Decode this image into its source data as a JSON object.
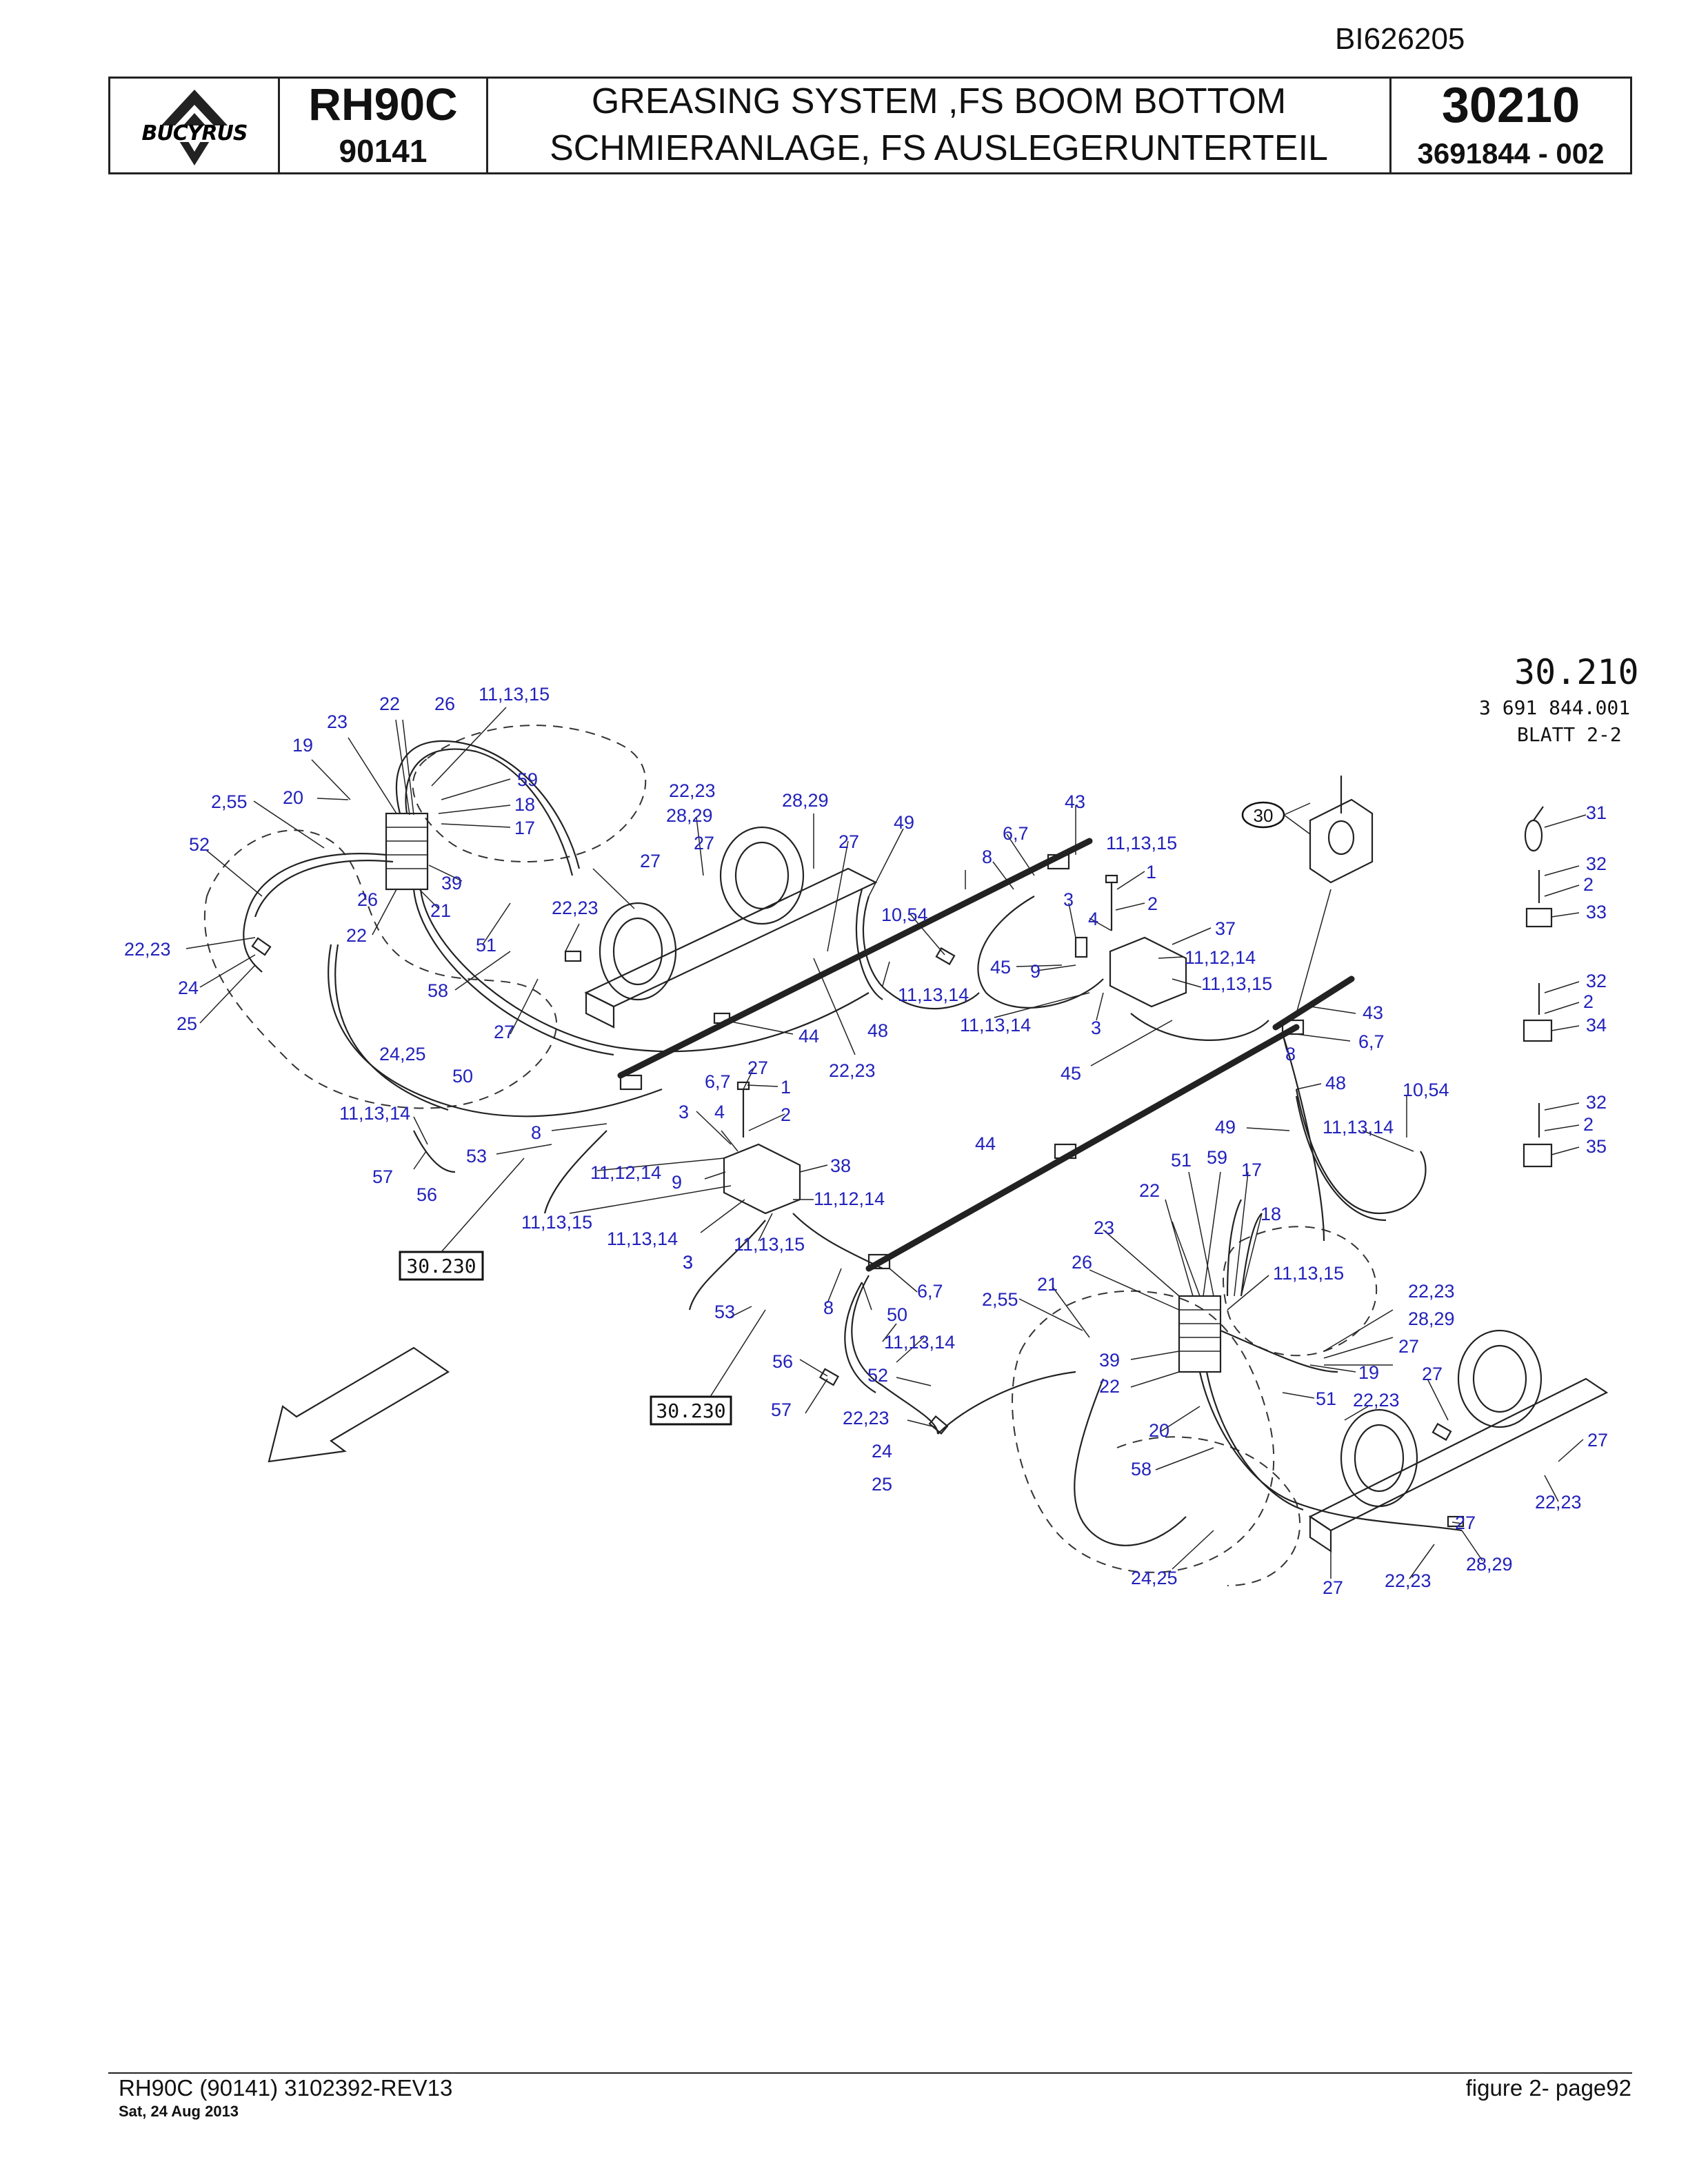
{
  "header": {
    "doc_id": "BI626205",
    "brand": "BUCYRUS",
    "model": "RH90C",
    "model_number": "90141",
    "title_en": "GREASING SYSTEM ,FS BOOM BOTTOM",
    "title_de": "SCHMIERANLAGE, FS AUSLEGERUNTERTEIL",
    "figure_number": "30210",
    "part_number": "3691844 - 002"
  },
  "drawing": {
    "ref_number": "30.210",
    "ref_drawing": "3 691 844.001",
    "sheet": "BLATT 2-2",
    "refbox_1": "30.230",
    "refbox_2": "30.230",
    "circled_item": "30",
    "callouts": {
      "c1": "22",
      "c2": "26",
      "c3": "11,13,15",
      "c4": "23",
      "c5": "19",
      "c6": "59",
      "c7": "2,55",
      "c8": "20",
      "c9": "18",
      "c10": "17",
      "c11": "52",
      "c12": "39",
      "c13": "26",
      "c14": "21",
      "c15": "22",
      "c16": "51",
      "c17": "22,23",
      "c18": "24",
      "c19": "25",
      "c20": "58",
      "c21": "27",
      "c22": "24,25",
      "c23": "50",
      "c24": "11,13,14",
      "c25": "57",
      "c26": "56",
      "c27": "53",
      "c28": "8",
      "c29": "11,12,14",
      "c30": "9",
      "c31": "11,13,15",
      "c32": "11,13,14",
      "c33": "3",
      "c34": "22,23",
      "c35": "28,29",
      "c36": "27",
      "c37": "27",
      "c38": "22,23",
      "c39": "28,29",
      "c40": "27",
      "c41": "49",
      "c42": "10,54",
      "c43": "11,13,14",
      "c44": "44",
      "c45": "48",
      "c46": "22,23",
      "c47": "27",
      "c48": "6,7",
      "c49": "1",
      "c50": "3",
      "c51": "4",
      "c52": "2",
      "c53": "38",
      "c54": "11,12,14",
      "c55": "11,13,15",
      "c56": "3",
      "c57": "53",
      "c58": "8",
      "c59": "6,7",
      "c60": "50",
      "c61": "11,13,14",
      "c62": "56",
      "c63": "52",
      "c64": "57",
      "c65": "22,23",
      "c66": "24",
      "c67": "25",
      "c68": "43",
      "c69": "6,7",
      "c70": "8",
      "c71": "11,13,15",
      "c72": "1",
      "c73": "3",
      "c74": "2",
      "c75": "4",
      "c76": "37",
      "c77": "11,12,14",
      "c78": "45",
      "c79": "9",
      "c80": "11,13,15",
      "c81": "11,13,14",
      "c82": "3",
      "c83": "45",
      "c84": "43",
      "c85": "6,7",
      "c86": "8",
      "c87": "48",
      "c88": "10,54",
      "c89": "49",
      "c90": "11,13,14",
      "c91": "44",
      "c92": "31",
      "c93": "32",
      "c94": "2",
      "c95": "33",
      "c96": "32",
      "c97": "2",
      "c98": "34",
      "c99": "32",
      "c100": "2",
      "c101": "35",
      "c102": "51",
      "c103": "59",
      "c104": "17",
      "c105": "22",
      "c106": "18",
      "c107": "23",
      "c108": "26",
      "c109": "11,13,15",
      "c110": "21",
      "c111": "2,55",
      "c112": "22,23",
      "c113": "28,29",
      "c114": "27",
      "c115": "39",
      "c116": "19",
      "c117": "27",
      "c118": "22",
      "c119": "51",
      "c120": "22,23",
      "c121": "20",
      "c122": "27",
      "c123": "58",
      "c124": "22,23",
      "c125": "27",
      "c126": "28,29",
      "c127": "24,25",
      "c128": "27",
      "c129": "22,23"
    }
  },
  "footer": {
    "left": "RH90C (90141) 3102392-REV13",
    "date": "Sat, 24 Aug 2013",
    "right": "figure 2- page92"
  }
}
